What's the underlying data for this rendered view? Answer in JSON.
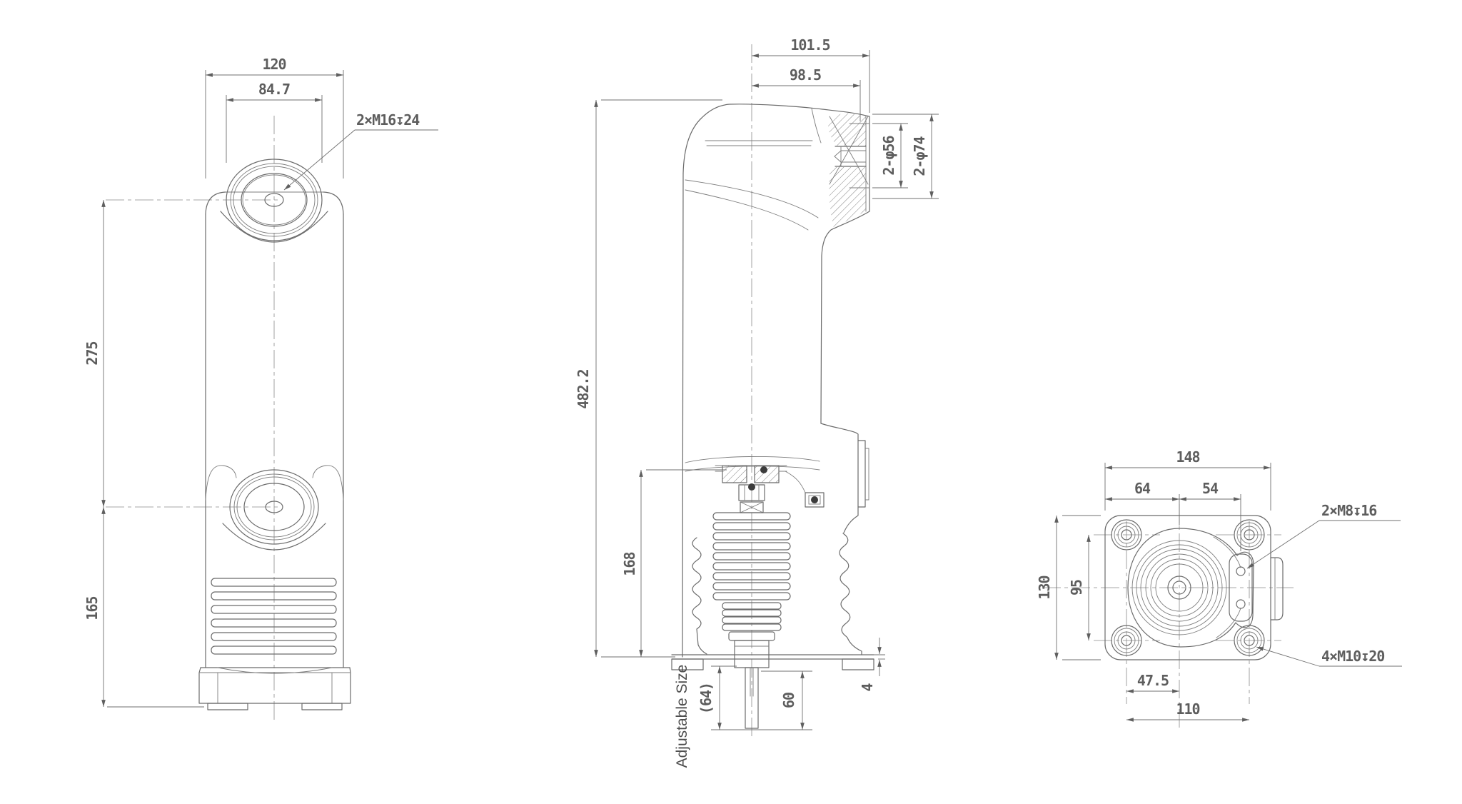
{
  "drawing": {
    "front_view": {
      "dim_width": "120",
      "dim_inner_width": "84.7",
      "tap_note": "2×M16↧24",
      "dim_center_distance": "275",
      "dim_lower_height": "165"
    },
    "section_view": {
      "dim_top_overall": "101.5",
      "dim_top_inner": "98.5",
      "dim_bore_inner": "2-φ56",
      "dim_bore_outer": "2-φ74",
      "dim_height": "482.2",
      "dim_lower": "168",
      "note_adjustable": "Adjustable Size",
      "dim_stroke": "(64)",
      "dim_rod": "60",
      "dim_plate": "4"
    },
    "flange_view": {
      "dim_width": "148",
      "dim_left": "64",
      "dim_right": "54",
      "dim_height": "130",
      "dim_bolt_v": "95",
      "dim_bolt_left": "47.5",
      "dim_bolt_h": "110",
      "tap_note_m8": "2×M8↧16",
      "tap_note_m10": "4×M10↧20"
    }
  }
}
